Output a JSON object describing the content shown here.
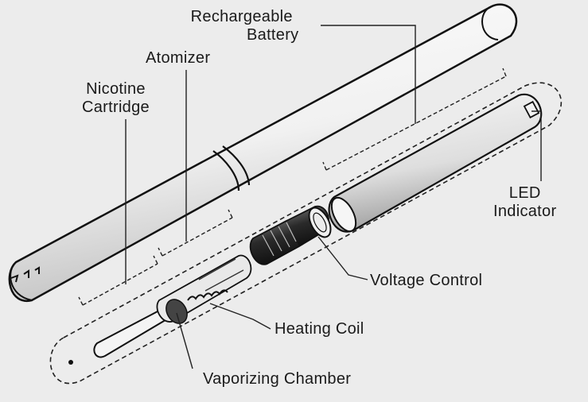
{
  "labels": {
    "battery": {
      "line1": "Rechargeable",
      "line2": "Battery"
    },
    "atomizer": "Atomizer",
    "cartridge": {
      "line1": "Nicotine",
      "line2": "Cartridge"
    },
    "led": {
      "line1": "LED",
      "line2": "Indicator"
    },
    "voltage": "Voltage Control",
    "coil": "Heating Coil",
    "chamber": "Vaporizing Chamber"
  },
  "colors": {
    "background": "#ececec",
    "ink": "#1a1a1a"
  }
}
